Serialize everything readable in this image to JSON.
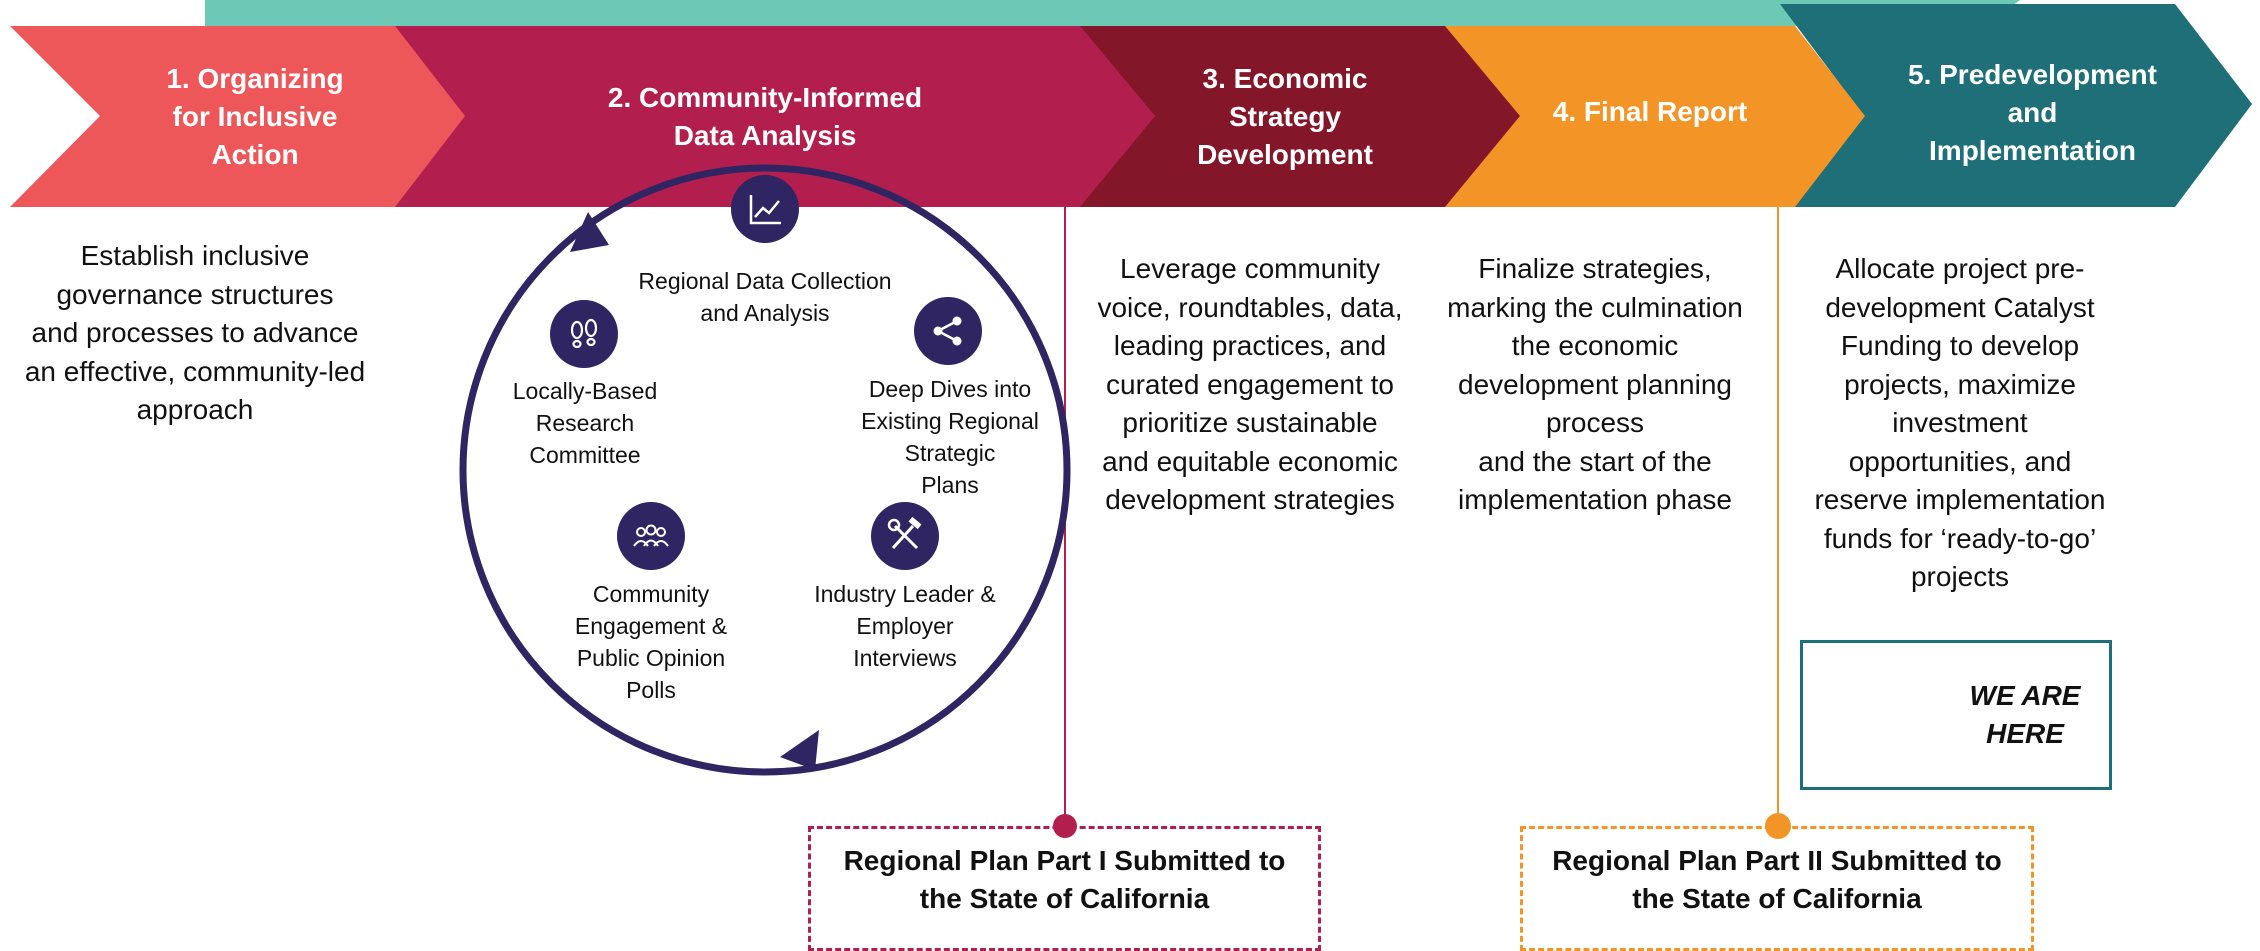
{
  "colors": {
    "step1": "#ee575a",
    "step2": "#b21f4f",
    "step3": "#84162a",
    "step4": "#f39426",
    "step5": "#1e6f78",
    "top_banner": "#6ec8b6",
    "circle": "#2e2562",
    "part1_marker": "#b21f4f",
    "part2_marker": "#f39426"
  },
  "steps": [
    {
      "title": "1. Organizing\nfor Inclusive\nAction",
      "description": "Establish inclusive\ngovernance structures\nand processes to advance\nan effective, community-led\napproach"
    },
    {
      "title": "2. Community-Informed\nData Analysis",
      "description": ""
    },
    {
      "title": "3. Economic\nStrategy\nDevelopment",
      "description": "Leverage community\nvoice, roundtables, data,\nleading practices, and\ncurated engagement to\nprioritize sustainable\nand equitable economic\ndevelopment strategies"
    },
    {
      "title": "4. Final Report",
      "description": "Finalize strategies,\nmarking the culmination\nthe economic\ndevelopment planning\nprocess\nand the start of the\nimplementation phase"
    },
    {
      "title": "5. Predevelopment\nand\nImplementation",
      "description": "Allocate project pre-\ndevelopment Catalyst\nFunding to develop\nprojects, maximize\ninvestment\nopportunities, and\nreserve implementation\nfunds for ‘ready-to-go’\nprojects"
    }
  ],
  "cycle_activities": [
    {
      "label": "Regional Data Collection\nand Analysis",
      "icon": "line-chart-icon"
    },
    {
      "label": "Deep Dives into\nExisting Regional\nStrategic\nPlans",
      "icon": "share-nodes-icon"
    },
    {
      "label": "Industry Leader &\nEmployer\nInterviews",
      "icon": "tools-icon"
    },
    {
      "label": "Community\nEngagement &\nPublic Opinion\nPolls",
      "icon": "people-group-icon"
    },
    {
      "label": "Locally-Based\nResearch\nCommittee",
      "icon": "footprints-icon"
    }
  ],
  "milestones": [
    {
      "label": "Regional Plan Part I Submitted to\nthe State of California"
    },
    {
      "label": "Regional Plan Part II Submitted to\nthe State of California"
    }
  ],
  "we_are_here": {
    "label": "WE ARE\nHERE",
    "icon": "star-icon"
  }
}
